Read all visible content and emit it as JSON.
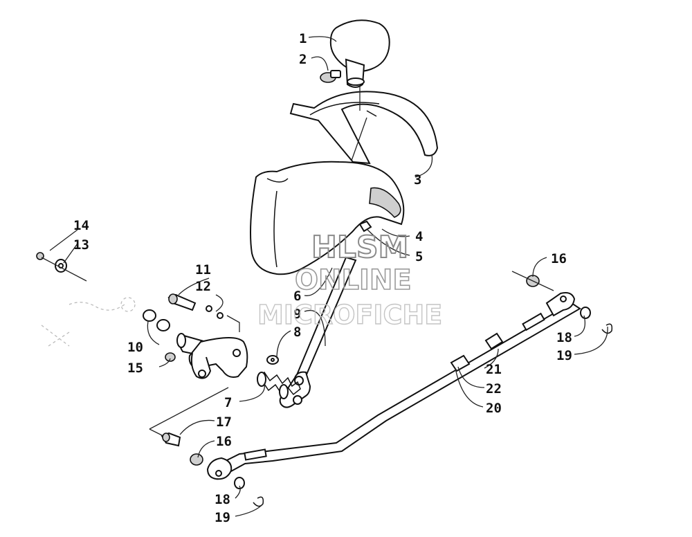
{
  "diagram": {
    "callouts": [
      {
        "id": "c1",
        "text": "1"
      },
      {
        "id": "c2",
        "text": "2"
      },
      {
        "id": "c3",
        "text": "3"
      },
      {
        "id": "c4",
        "text": "4"
      },
      {
        "id": "c5",
        "text": "5"
      },
      {
        "id": "c6",
        "text": "6"
      },
      {
        "id": "c7",
        "text": "7"
      },
      {
        "id": "c8",
        "text": "8"
      },
      {
        "id": "c9",
        "text": "9"
      },
      {
        "id": "c10",
        "text": "10"
      },
      {
        "id": "c11",
        "text": "11"
      },
      {
        "id": "c12",
        "text": "12"
      },
      {
        "id": "c13",
        "text": "13"
      },
      {
        "id": "c14",
        "text": "14"
      },
      {
        "id": "c15",
        "text": "15"
      },
      {
        "id": "c16a",
        "text": "16"
      },
      {
        "id": "c16b",
        "text": "16"
      },
      {
        "id": "c17",
        "text": "17"
      },
      {
        "id": "c18a",
        "text": "18"
      },
      {
        "id": "c18b",
        "text": "18"
      },
      {
        "id": "c19a",
        "text": "19"
      },
      {
        "id": "c19b",
        "text": "19"
      },
      {
        "id": "c20",
        "text": "20"
      },
      {
        "id": "c21",
        "text": "21"
      },
      {
        "id": "c22",
        "text": "22"
      }
    ]
  },
  "watermark": {
    "line1": "HLSM",
    "line2": "ONLINE",
    "line3": "MICROFICHE"
  }
}
